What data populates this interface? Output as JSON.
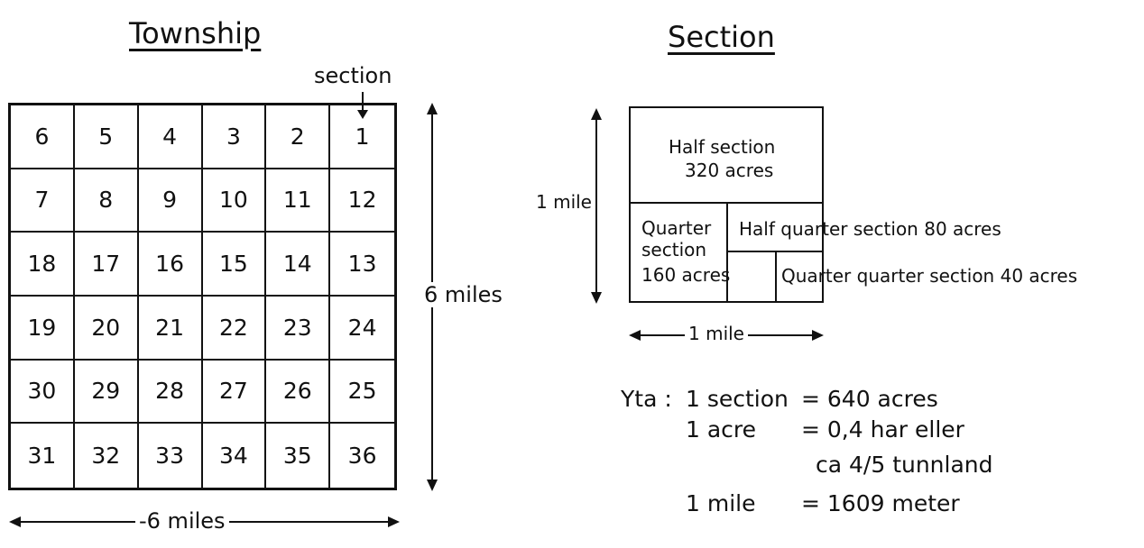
{
  "township": {
    "title": "Township",
    "section_pointer_label": "section",
    "height_label": "6 miles",
    "width_label": "-6 miles",
    "rows": [
      [
        "6",
        "5",
        "4",
        "3",
        "2",
        "1"
      ],
      [
        "7",
        "8",
        "9",
        "10",
        "11",
        "12"
      ],
      [
        "18",
        "17",
        "16",
        "15",
        "14",
        "13"
      ],
      [
        "19",
        "20",
        "21",
        "22",
        "23",
        "24"
      ],
      [
        "30",
        "29",
        "28",
        "27",
        "26",
        "25"
      ],
      [
        "31",
        "32",
        "33",
        "34",
        "35",
        "36"
      ]
    ]
  },
  "section": {
    "title": "Section",
    "side_label": "1 mile",
    "bottom_label": "1 mile",
    "half_section": {
      "name": "Half section",
      "area": "320 acres"
    },
    "quarter_section": {
      "line1": "Quarter",
      "line2": "section",
      "area": "160 acres"
    },
    "half_quarter_section": "Half quarter section 80 acres",
    "quarter_quarter_section": "Quarter quarter section 40 acres"
  },
  "notes": {
    "yta_label": "Yta :",
    "lines": [
      {
        "term": "1 section",
        "value": "= 640 acres"
      },
      {
        "term": "1 acre",
        "value": "= 0,4 har eller"
      },
      {
        "term": "",
        "value": "ca 4/5 tunnland"
      },
      {
        "term": "1 mile",
        "value": "= 1609 meter"
      }
    ]
  }
}
